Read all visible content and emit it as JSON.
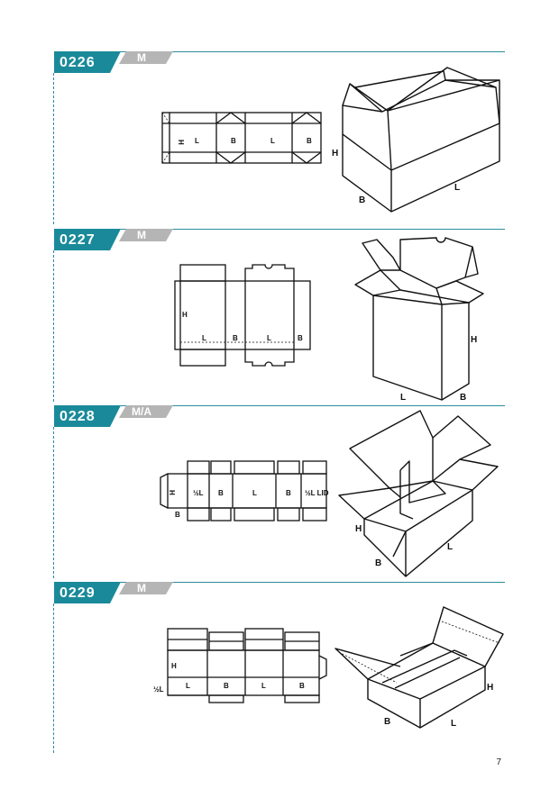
{
  "sections": [
    {
      "code": "0226",
      "grade": "M",
      "flat_labels": {
        "h": "H",
        "l1": "L",
        "b1": "B",
        "l2": "L",
        "b2": "B"
      },
      "box_labels": {
        "h": "H",
        "b": "B",
        "l": "L"
      }
    },
    {
      "code": "0227",
      "grade": "M",
      "flat_labels": {
        "h": "H",
        "l1": "L",
        "b1": "B",
        "l2": "L",
        "b2": "B"
      },
      "box_labels": {
        "h": "H",
        "l": "L",
        "b": "B"
      }
    },
    {
      "code": "0228",
      "grade": "M/A",
      "flat_labels": {
        "h": "H",
        "b0": "B",
        "half_l": "½L",
        "b1": "B",
        "l1": "L",
        "b2": "B",
        "half_l_lid": "½L LID"
      },
      "box_labels": {
        "h": "H",
        "b": "B",
        "l": "L"
      }
    },
    {
      "code": "0229",
      "grade": "M",
      "flat_labels": {
        "h": "H",
        "half_l": "½L",
        "l1": "L",
        "b1": "B",
        "l2": "L",
        "b2": "B"
      },
      "box_labels": {
        "h": "H",
        "b": "B",
        "l": "L"
      }
    }
  ],
  "page_number": "7",
  "colors": {
    "accent": "#1a8a9a",
    "grade_tab": "#b5b5b5",
    "line": "#2a8d9c"
  }
}
